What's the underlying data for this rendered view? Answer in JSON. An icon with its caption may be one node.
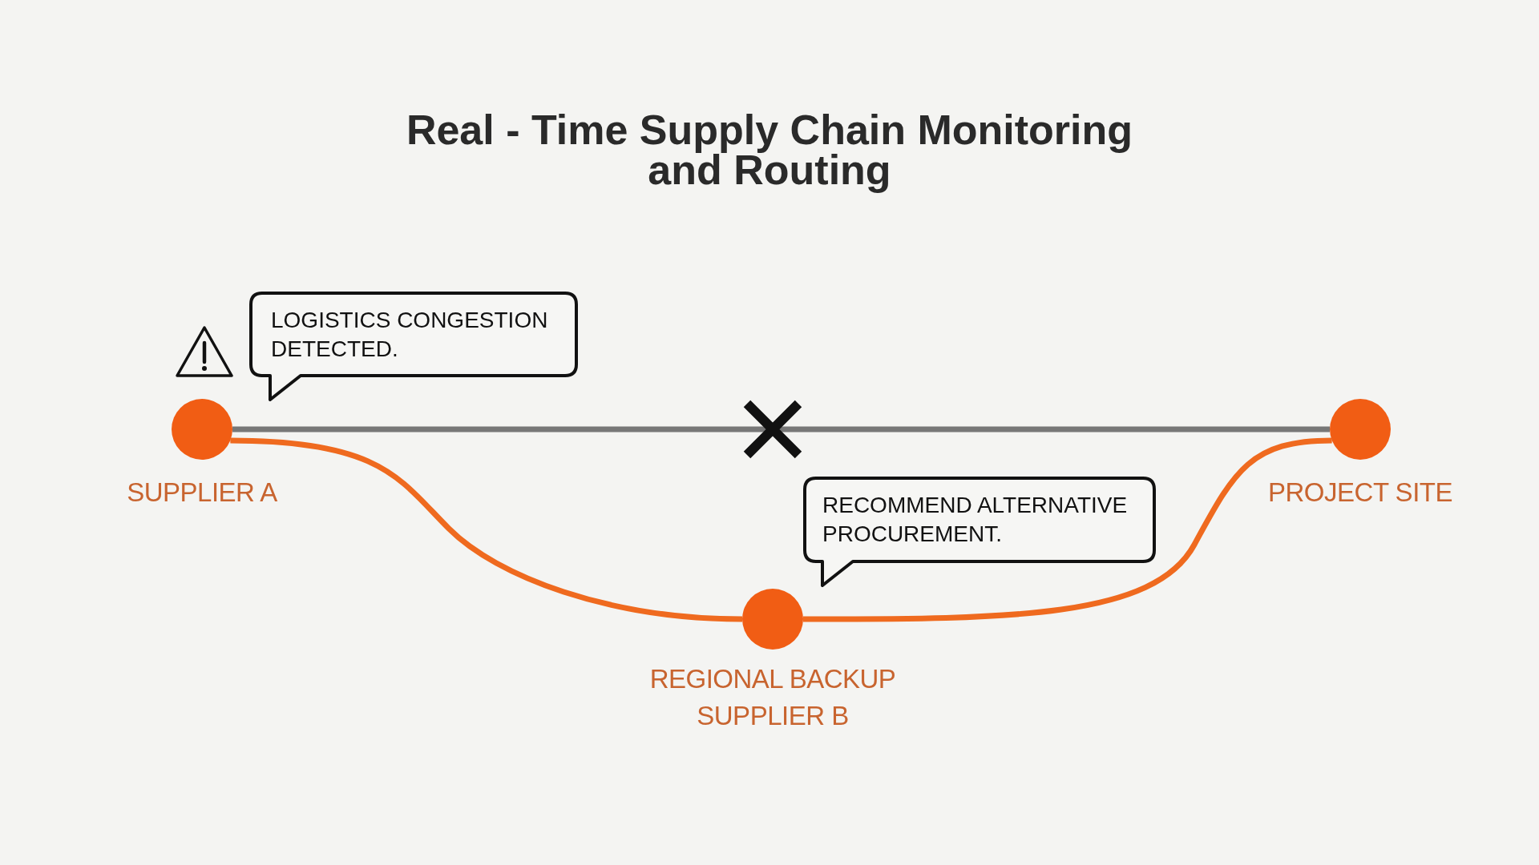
{
  "diagram": {
    "title": "Real - Time Supply Chain Monitoring and Routing",
    "nodes": [
      {
        "text": [
          "LOGISTICS CONGESTION DETECTED."
        ]
      },
      {
        "text": [],
        "shape": "circle",
        "beside": [
          "SUPPLIER A"
        ]
      },
      {
        "text": [],
        "shape": "circle",
        "beside": [
          "PROJECT SITE"
        ]
      },
      {
        "text": [
          "RECOMMEND ALTERNATIVE PROCUREMENT."
        ]
      },
      {
        "text": [],
        "shape": "circle",
        "beside": [
          "REGIONAL BACKUP SUPPLIER B"
        ]
      }
    ],
    "edges": [
      {
        "from": 1,
        "to": 2,
        "arrow": "none",
        "color": "#777777"
      },
      {
        "from": 1,
        "to": 4,
        "arrow": "none"
      },
      {
        "from": 4,
        "to": 2,
        "arrow": "none"
      }
    ]
  }
}
